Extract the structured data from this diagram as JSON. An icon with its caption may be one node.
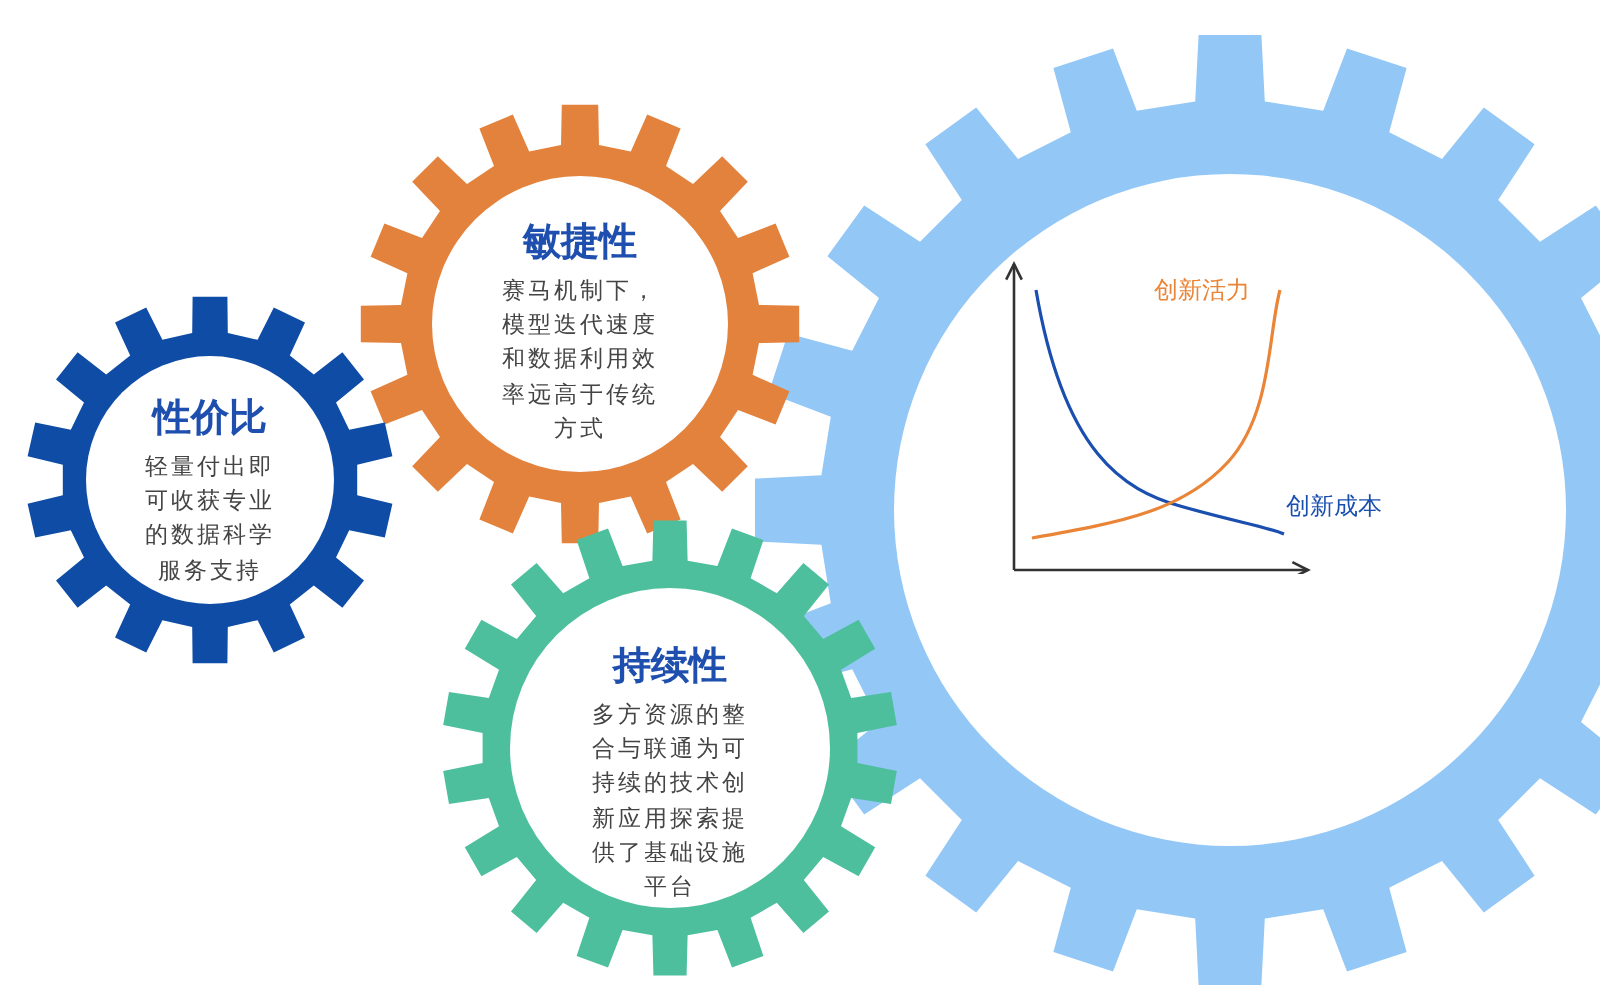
{
  "diagram": {
    "nodes": [
      {
        "text": [
          "创新活力",
          "创新成本"
        ]
      },
      {
        "text": [
          "敏捷性",
          "赛马机制下，模型迭代速度和数据利用效率远高于传统方式"
        ]
      },
      {
        "text": [
          "持续性",
          "多方资源的整合与联通为可持续的技术创新应用探索提供了基础设施平台"
        ]
      },
      {
        "text": [
          "性价比",
          "轻量付出即可收获专业的数据科学服务支持"
        ]
      }
    ],
    "edges": []
  }
}
